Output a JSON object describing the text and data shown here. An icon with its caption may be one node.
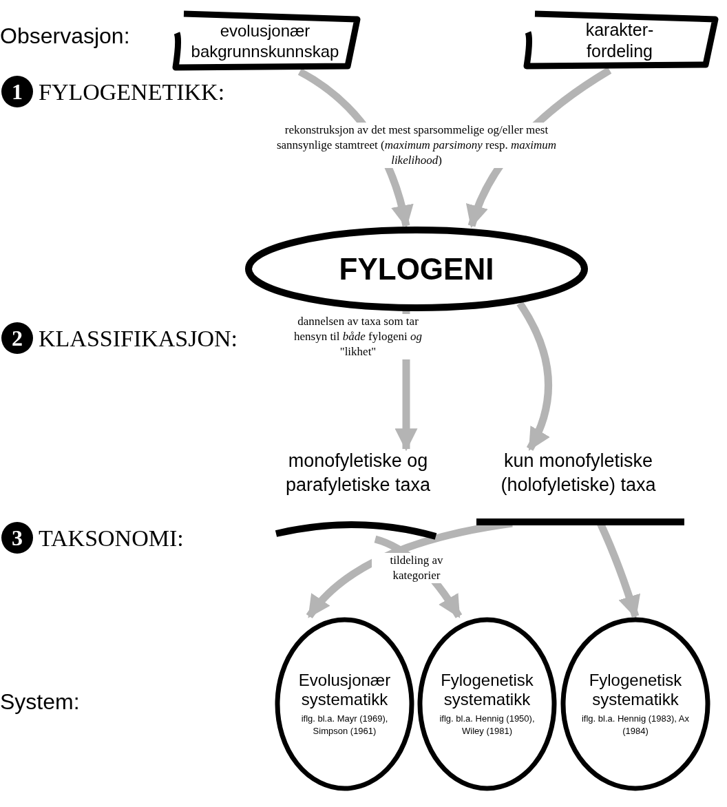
{
  "diagram": {
    "nodes": [
      {
        "text": [
          "evolusjonær bakgrunnskunnskap"
        ]
      },
      {
        "text": [
          "karakter- fordeling"
        ]
      },
      {
        "text": [
          "FYLOGENI"
        ]
      },
      {
        "text": [
          "monofyletiske og parafyletiske taxa"
        ]
      },
      {
        "text": [
          "kun monofyletiske (holofyletiske) taxa"
        ]
      },
      {
        "text": [
          "Evolusjonær systematikk",
          "iflg. bl.a. Mayr (1969), Simpson (1961)"
        ]
      },
      {
        "text": [
          "Fylogenetisk systematikk",
          "iflg. bl.a. Hennig (1950), Wiley (1981)"
        ]
      },
      {
        "text": [
          "Fylogenetisk systematikk",
          "iflg. bl.a. Hennig (1983), Ax (1984)"
        ]
      }
    ],
    "edges": [
      {
        "from": 0,
        "to": 2,
        "arrow": "to",
        "label": "rekonstruksjon av det mest sparsommelige og/eller mest sannsynlige stamtreet (*maximum parsimony* resp. *maximum likelihood*)"
      },
      {
        "from": 1,
        "to": 2,
        "arrow": "to"
      },
      {
        "from": 2,
        "to": 3,
        "arrow": "to",
        "label": "dannelsen av taxa som tar hensyn til *både* fylogeni *og* \"likhet\""
      },
      {
        "from": 2,
        "to": 4,
        "arrow": "to"
      },
      {
        "from": 3,
        "to": 6,
        "arrow": "to"
      },
      {
        "from": 4,
        "to": 5,
        "arrow": "to",
        "label": "tildeling av kategorier"
      },
      {
        "from": 4,
        "to": 7,
        "arrow": "to"
      }
    ],
    "labels": [
      "Observasjon:",
      "1",
      "FYLOGENETIKK:",
      "2",
      "KLASSIFIKASJON:",
      "3",
      "TAKSONOMI:",
      "System:"
    ]
  }
}
